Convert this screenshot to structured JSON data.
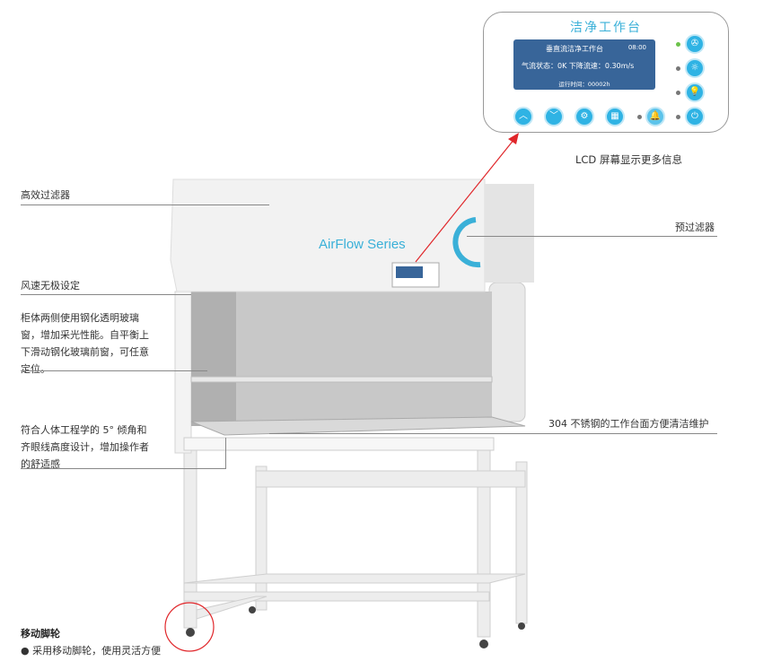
{
  "panel": {
    "title": "洁净工作台",
    "lcd": {
      "title": "垂直流洁净工作台",
      "time": "08:00",
      "status": "气流状态：0K  下降流速：0.30m/s",
      "runtime": "运行时间：00002h"
    },
    "buttons": [
      "up-icon",
      "down-icon",
      "settings-icon",
      "menu-icon",
      "alarm-icon"
    ],
    "side_buttons": [
      "fan-icon",
      "uv-lamp-icon",
      "light-icon",
      "power-socket-icon"
    ],
    "indicator_on_color": "#6cc24a"
  },
  "lcd_caption": "LCD 屏幕显示更多信息",
  "logo": "AirFlow Series",
  "callouts": {
    "hepa": "高效过滤器",
    "prefilter": "预过滤器",
    "speed": "风速无极设定",
    "glass": "柜体两侧使用钢化透明玻璃窗，增加采光性能。自平衡上下滑动钢化玻璃前窗，可任意定位。",
    "ergonomic": "符合人体工程学的 5° 倾角和齐眼线高度设计，增加操作者的舒适感",
    "worktop": "304 不锈钢的工作台面方便清洁维护"
  },
  "casters": {
    "title": "移动脚轮",
    "bullet": "● 采用移动脚轮，使用灵活方便"
  },
  "colors": {
    "accent": "#2fb3e4",
    "highlight": "#e0262a"
  }
}
